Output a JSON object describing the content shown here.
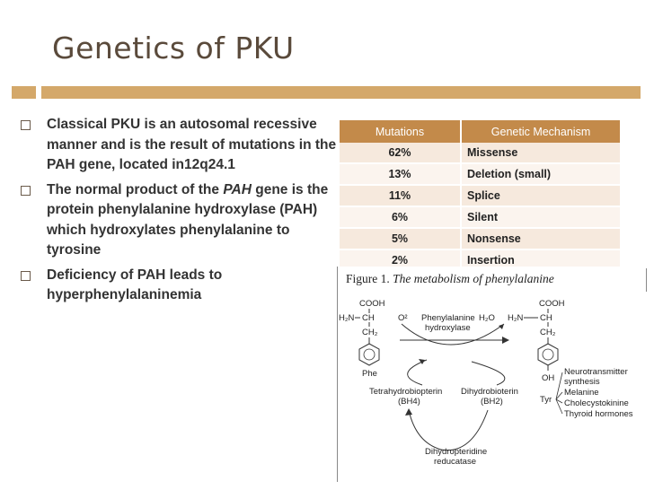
{
  "slide": {
    "title": "Genetics of PKU",
    "bullets": [
      {
        "parts": [
          "Classical PKU is an autosomal recessive manner and is the result of mutations in the PAH gene, located in12q24.1"
        ]
      },
      {
        "parts": [
          "The normal product of the ",
          "PAH",
          " gene is the protein phenylalanine hydroxylase (PAH) which hydroxylates phenylalanine to tyrosine"
        ]
      },
      {
        "parts": [
          "Deficiency of PAH leads to hyperphenylalaninemia"
        ]
      }
    ]
  },
  "table": {
    "headers": [
      "Mutations",
      "Genetic Mechanism"
    ],
    "rows": [
      [
        "62%",
        "Missense"
      ],
      [
        "13%",
        "Deletion (small)"
      ],
      [
        "11%",
        "Splice"
      ],
      [
        "6%",
        "Silent"
      ],
      [
        "5%",
        "Nonsense"
      ],
      [
        "2%",
        "Insertion"
      ]
    ]
  },
  "figure": {
    "caption_label": "Figure 1.",
    "caption_text": "The metabolism of phenylalanine",
    "left_cooh": "COOH",
    "left_h2n": "H₂N",
    "left_ch": "CH",
    "left_ch2": "CH₂",
    "o2": "O²",
    "enzyme1": "Phenylalanine",
    "enzyme2": "hydroxylase",
    "h2o": "H₂O",
    "right_h2n": "H₂N",
    "right_cooh": "COOH",
    "right_ch": "CH",
    "right_ch2": "CH₂",
    "phe": "Phe",
    "oh": "OH",
    "tyr": "Tyr",
    "bh4_1": "Tetrahydrobiopterin",
    "bh4_2": "(BH4)",
    "bh2_1": "Dihydrobioterin",
    "bh2_2": "(BH2)",
    "outputs": [
      "Neurotransmitter",
      "synthesis",
      "Melanine",
      "Cholecystokinine",
      "Thyroid hormones"
    ],
    "reductase1": "Dihydropteridine",
    "reductase2": "reducatase"
  }
}
